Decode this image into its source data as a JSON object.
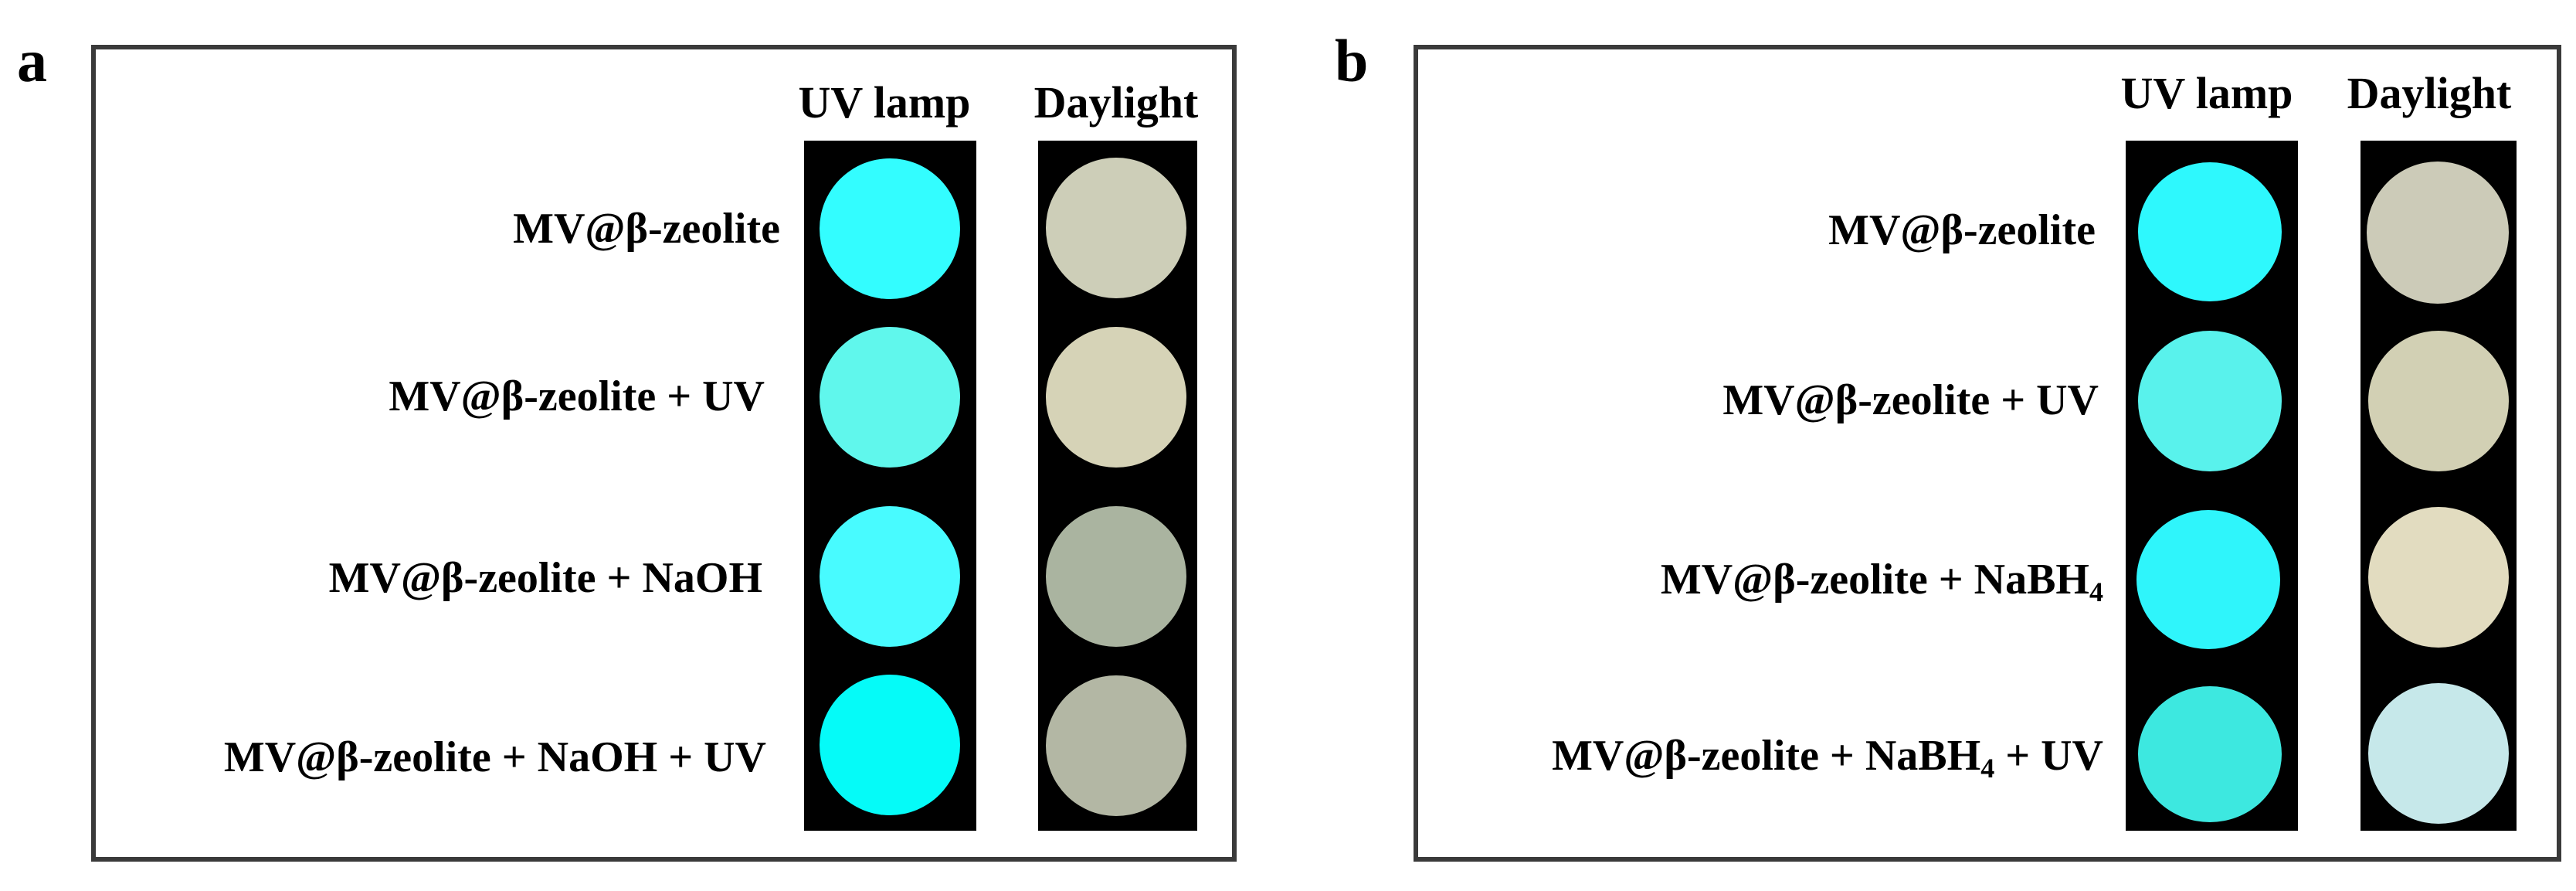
{
  "panels": [
    {
      "letter": "a",
      "headers": {
        "uv": "UV lamp",
        "daylight": "Daylight"
      },
      "rows": [
        {
          "label": "MV@β-zeolite",
          "uv_color": "#33fdff",
          "day_color": "#cdceb8"
        },
        {
          "label": "MV@β-zeolite + UV",
          "uv_color": "#60f7ec",
          "day_color": "#d6d3b7"
        },
        {
          "label": "MV@β-zeolite + NaOH",
          "uv_color": "#48fbff",
          "day_color": "#aab4a0"
        },
        {
          "label": "MV@β-zeolite + NaOH + UV",
          "uv_color": "#05fbf8",
          "day_color": "#b3b7a4"
        }
      ]
    },
    {
      "letter": "b",
      "headers": {
        "uv": "UV lamp",
        "daylight": "Daylight"
      },
      "rows": [
        {
          "label": "MV@β-zeolite",
          "sub": "",
          "suffix": "",
          "uv_color": "#2ef8fd",
          "day_color": "#cccbb8"
        },
        {
          "label": "MV@β-zeolite + UV",
          "sub": "",
          "suffix": "",
          "uv_color": "#59f2ec",
          "day_color": "#d2d0b4"
        },
        {
          "label": "MV@β-zeolite + NaBH",
          "sub": "4",
          "suffix": "",
          "uv_color": "#2ff5fb",
          "day_color": "#e2dcc0"
        },
        {
          "label": "MV@β-zeolite + NaBH",
          "sub": "4",
          "suffix": " + UV",
          "uv_color": "#3de8e0",
          "day_color": "#c6e8ea"
        }
      ]
    }
  ]
}
